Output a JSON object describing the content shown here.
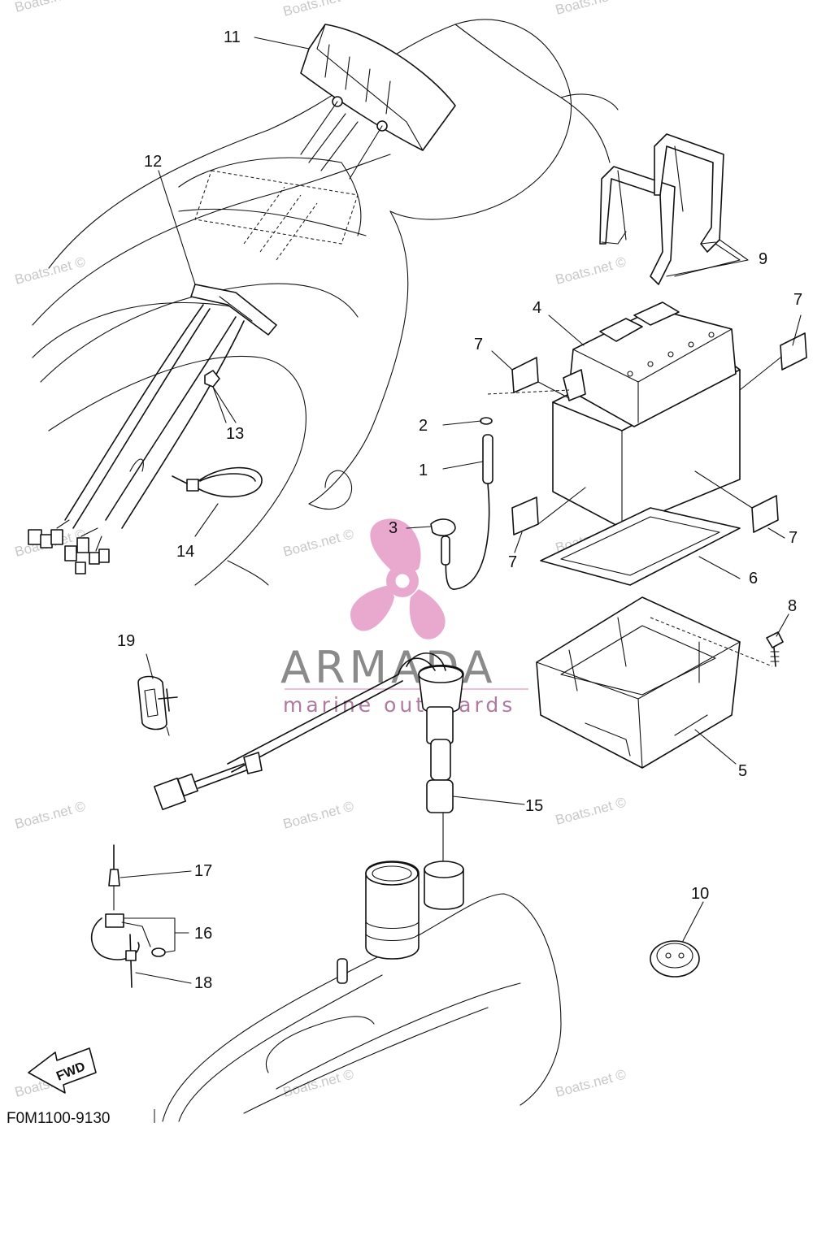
{
  "callouts": [
    {
      "id": "11",
      "text": "11"
    },
    {
      "id": "12",
      "text": "12"
    },
    {
      "id": "13",
      "text": "13"
    },
    {
      "id": "14",
      "text": "14"
    },
    {
      "id": "9",
      "text": "9"
    },
    {
      "id": "4",
      "text": "4"
    },
    {
      "id": "7a",
      "text": "7"
    },
    {
      "id": "7b",
      "text": "7"
    },
    {
      "id": "7c",
      "text": "7"
    },
    {
      "id": "7d",
      "text": "7"
    },
    {
      "id": "2",
      "text": "2"
    },
    {
      "id": "1",
      "text": "1"
    },
    {
      "id": "3",
      "text": "3"
    },
    {
      "id": "6",
      "text": "6"
    },
    {
      "id": "8",
      "text": "8"
    },
    {
      "id": "5",
      "text": "5"
    },
    {
      "id": "19",
      "text": "19"
    },
    {
      "id": "15",
      "text": "15"
    },
    {
      "id": "17",
      "text": "17"
    },
    {
      "id": "16",
      "text": "16"
    },
    {
      "id": "18",
      "text": "18"
    },
    {
      "id": "10",
      "text": "10"
    }
  ],
  "watermark_text": "Boats.net ©",
  "brand": {
    "name": "ARMADA",
    "tagline": "marine outboards",
    "logo_color": "#e9a9cf"
  },
  "direction_arrow": "FWD",
  "drawing_code": "F0M1100-9130"
}
